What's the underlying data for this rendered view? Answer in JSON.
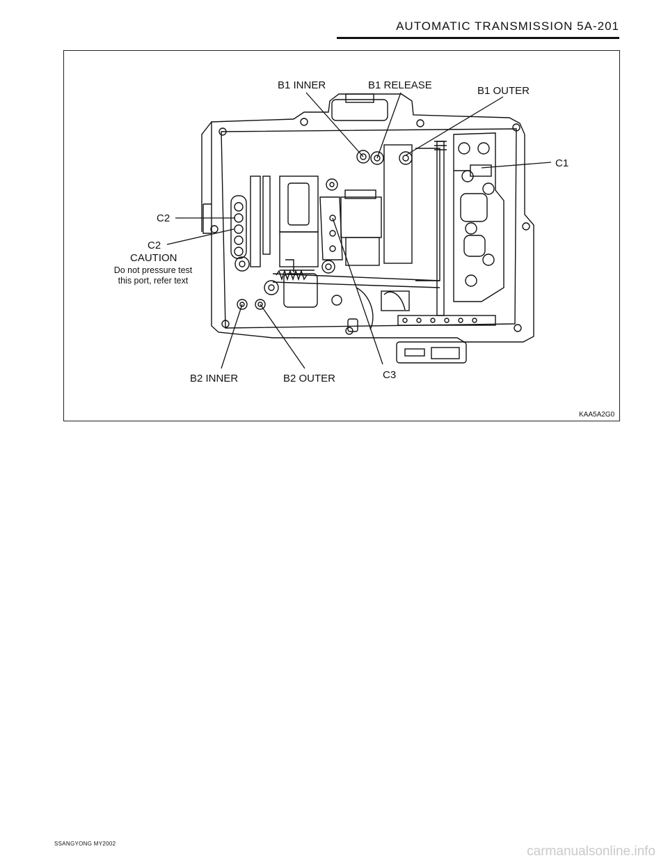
{
  "header": {
    "title": "AUTOMATIC TRANSMISSION  5A-201"
  },
  "figure": {
    "labels": {
      "b1_inner": "B1 INNER",
      "b1_release": "B1 RELEASE",
      "b1_outer": "B1 OUTER",
      "c1": "C1",
      "c2_top": "C2",
      "c2_bottom": "C2",
      "caution_title": "CAUTION",
      "caution_text": "Do not pressure test this port, refer text",
      "b2_inner": "B2 INNER",
      "b2_outer": "B2 OUTER",
      "c3": "C3"
    },
    "figure_id": "KAA5A2G0"
  },
  "footer": {
    "model": "SSANGYONG  MY2002",
    "watermark": "carmanualsonline.info"
  }
}
